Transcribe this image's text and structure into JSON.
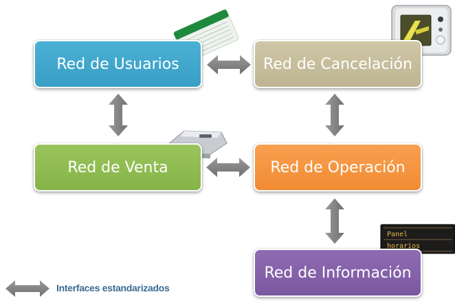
{
  "boxes": {
    "usuarios": "Red de Usuarios",
    "cancelacion": "Red de Cancelación",
    "venta": "Red de Venta",
    "operacion": "Red de Operación",
    "informacion": "Red de Información"
  },
  "panel": {
    "line1": "Panel",
    "line2": "horarios"
  },
  "legend": {
    "label": "Interfaces estandarizados",
    "icon": "double-arrow-icon"
  },
  "colors": {
    "usuarios": "#3fa6cc",
    "cancelacion": "#c7bd9c",
    "venta": "#8fbb50",
    "operacion": "#f4923d",
    "informacion": "#8461a8",
    "arrow": "#7f7f7f",
    "legend_text": "#3a6b93"
  }
}
